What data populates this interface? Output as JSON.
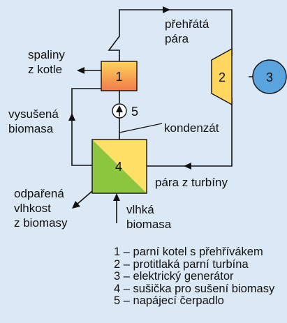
{
  "colors": {
    "background": "#dbe8f5",
    "line": "#111111",
    "boiler_top": "#ffd45a",
    "boiler_bottom": "#f07a4a",
    "turbine": "#ffd75e",
    "generator": "#5aa4dd",
    "dryer_yellow": "#ffe066",
    "dryer_green": "#8cc63f"
  },
  "components": {
    "boiler": {
      "number": "1",
      "icon": "boiler-box"
    },
    "turbine": {
      "number": "2",
      "icon": "turbine-trapezoid"
    },
    "generator": {
      "number": "3",
      "icon": "generator-circle"
    },
    "dryer": {
      "number": "4",
      "icon": "dryer-box"
    },
    "pump": {
      "number": "5",
      "icon": "pump-circle-arrow"
    }
  },
  "labels": {
    "superheated_steam": [
      "přehřátá",
      "pára"
    ],
    "flue_gas": [
      "spaliny",
      "z kotle"
    ],
    "dried_biomass": [
      "vysušená",
      "biomasa"
    ],
    "condensate": "kondenzát",
    "turbine_steam": "pára z turbíny",
    "evaporated_moisture": [
      "odpařená",
      "vlhkost",
      "z biomasy"
    ],
    "wet_biomass": [
      "vlhká",
      "biomasa"
    ]
  },
  "legend": [
    "1 – parní kotel s přehřívákem",
    "2 – protitlaká parní turbína",
    "3 – elektrický generátor",
    "4 – sušička pro sušení biomasy",
    "5 – napájecí čerpadlo"
  ]
}
